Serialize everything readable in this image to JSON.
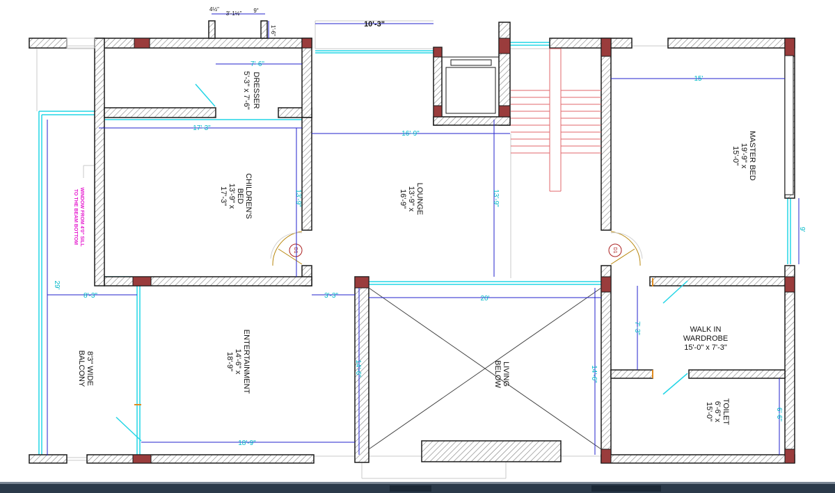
{
  "rooms": {
    "dresser": {
      "name": "DRESSER",
      "size": "5'-3\" x 7'-6\""
    },
    "children_bed": {
      "name": "CHILDREN'S",
      "name2": "BED",
      "w": "13'-9\" x",
      "h": "17'-3\""
    },
    "lounge": {
      "name": "LOUNGE",
      "w": "13'-9\" x",
      "h": "16'-9\""
    },
    "master_bed": {
      "name": "MASTER BED",
      "w": "19'-9\" x",
      "h": "15'-0\""
    },
    "entertainment": {
      "name": "ENTERTAINMENT",
      "w": "14'-6\" x",
      "h": "18'-9\""
    },
    "living_below": {
      "name": "LIVING",
      "name2": "BELOW"
    },
    "walk_in": {
      "name": "WALK IN",
      "name2": "WARDROBE",
      "size": "15'-0\" x 7'-3\""
    },
    "toilet": {
      "name": "TOILET",
      "w": "6'-6\" x",
      "h": "15'-0\""
    },
    "balcony": {
      "name": "8'3\" WIDE",
      "name2": "BALCONY"
    }
  },
  "notes": {
    "window": "WINDOW FROM 4'0\" SILL",
    "window2": "TO THE BEAM BOTTOM"
  },
  "top_dims": {
    "a": "4½\"",
    "b": "3'-1½\"",
    "c": "9\"",
    "d": "1'-6\"",
    "main": "10'-3\""
  },
  "dims": {
    "dresser_w": "7'-6\"",
    "child_w": "17'-3\"",
    "lounge_w": "16'-9\"",
    "master_w": "15'",
    "child_h": "13'-9\"",
    "lounge_h": "13'-9\"",
    "master_h": "9'",
    "balcony_h": "29'",
    "balcony_w": "8'-3\"",
    "passage": "3'-3\"",
    "living_w": "20'",
    "ent_h": "14'-6\"",
    "living_h": "14'-6\"",
    "ent_w": "18'-9\"",
    "wardrobe_h": "7'-3\"",
    "toilet_h": "6'-6\""
  },
  "doors": {
    "d1": "D1",
    "d2": "D1"
  },
  "colors": {
    "wall": "#1a1a1a",
    "hatch": "#888888",
    "column": "#9a3c3c",
    "dimension": "#2222cc",
    "dim_text": "#00b8c8",
    "window": "#22d5e6",
    "stair": "#e0666a",
    "note": "#e51ccf",
    "door_swing": "#b8860b",
    "door_tag": "#aa1f1f"
  }
}
